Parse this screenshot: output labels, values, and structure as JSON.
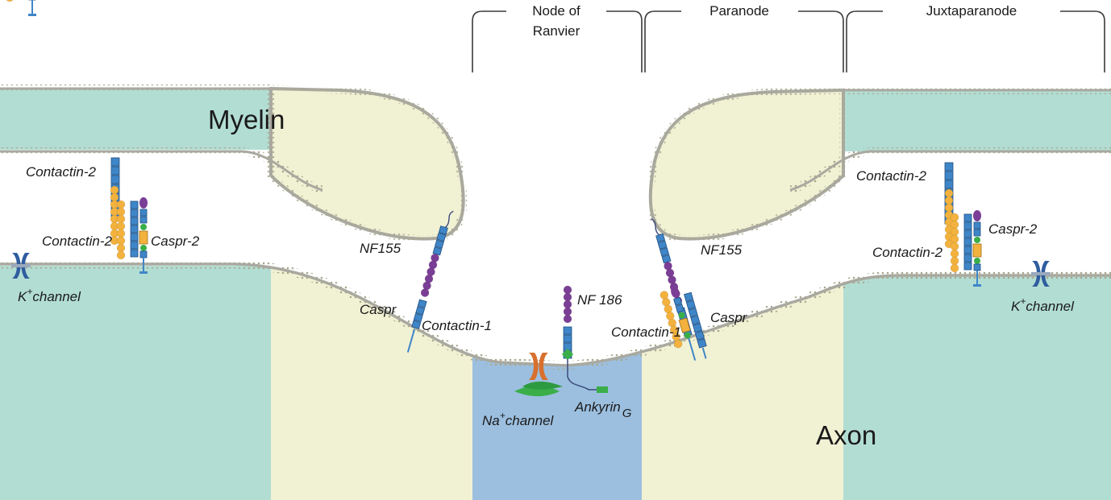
{
  "regions": {
    "node": {
      "line1": "Node of",
      "line2": "Ranvier"
    },
    "paranode": "Paranode",
    "juxtaparanode": "Juxtaparanode"
  },
  "structures": {
    "myelin": "Myelin",
    "axon": "Axon"
  },
  "proteins": {
    "left_contactin2_top": "Contactin-2",
    "left_contactin2_bottom": "Contactin-2",
    "left_caspr2": "Caspr-2",
    "left_k_channel": {
      "pre": "K",
      "sup": "+",
      "post": "channel"
    },
    "nf155_left": "NF155",
    "caspr_left": "Caspr",
    "contactin1_left": "Contactin-1",
    "nf186": "NF 186",
    "na_channel": {
      "pre": "Na",
      "sup": "+",
      "post": "channel"
    },
    "ankyrin": {
      "base": "Ankyrin",
      "sub": "G"
    },
    "nf155_right": "NF155",
    "caspr_right": "Caspr",
    "contactin1_right": "Contactin-1",
    "right_contactin2_top": "Contactin-2",
    "right_caspr2": "Caspr-2",
    "right_contactin2_bottom": "Contactin-2",
    "right_k_channel": {
      "pre": "K",
      "sup": "+",
      "post": "channel"
    }
  },
  "colors": {
    "juxtaparanode_fill": "#b2ddd3",
    "paranode_fill": "#f1f1d4",
    "node_fill": "#9cbfdf",
    "membrane": "#a9a9a0",
    "protein_blue": "#3f86c8",
    "protein_purple": "#7b3e96",
    "protein_orange": "#f3b23e",
    "protein_green": "#3aae49",
    "k_channel": "#2f5d9f",
    "na_channel": "#d8702e"
  }
}
